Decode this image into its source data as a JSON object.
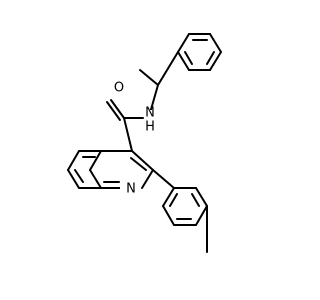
{
  "molecule": {
    "atom_labels": {
      "carbonyl_oxygen": "O",
      "amide_nitrogen": "N",
      "amide_hydrogen": "H",
      "quinoline_nitrogen": "N"
    },
    "colors": {
      "bond": "#000000",
      "label": "#000000",
      "background": "#ffffff"
    }
  }
}
